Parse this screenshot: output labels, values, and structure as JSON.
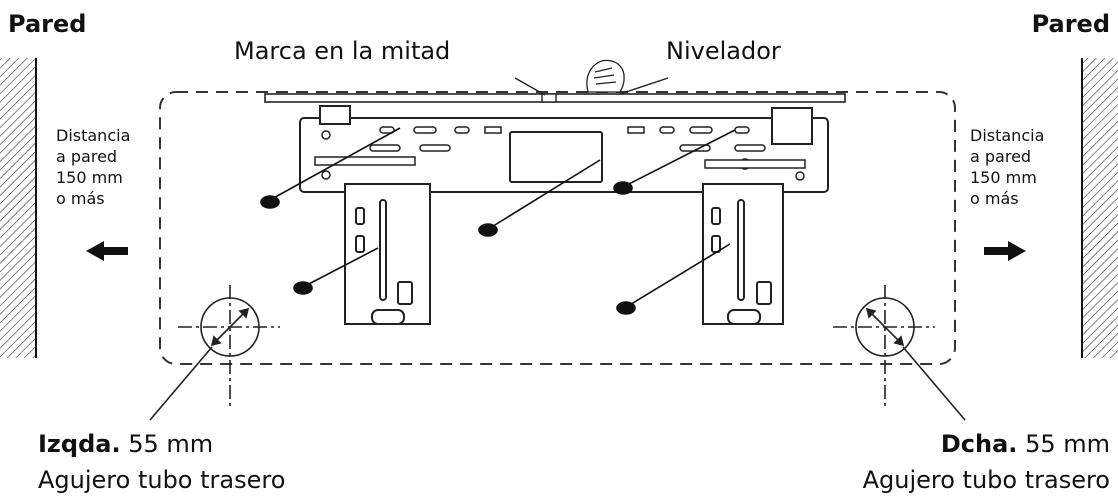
{
  "walls": {
    "left_title": "Pared",
    "right_title": "Pared"
  },
  "top_labels": {
    "middle_mark": "Marca en la mitad",
    "leveler": "Nivelador"
  },
  "distance_left": {
    "line1": "Distancia",
    "line2": "a pared",
    "line3": "150 mm",
    "line4": "o más"
  },
  "distance_right": {
    "line1": "Distancia",
    "line2": "a pared",
    "line3": "150 mm",
    "line4": "o más"
  },
  "hole_left": {
    "side": "Izqda.",
    "size": "55 mm",
    "description": "Agujero tubo trasero"
  },
  "hole_right": {
    "side": "Dcha.",
    "size": "55 mm",
    "description": "Agujero tubo trasero"
  },
  "icons": {
    "arrow_left": "arrow-left-icon",
    "arrow_right": "arrow-right-icon",
    "hand": "hand-icon",
    "screw": "screw-icon"
  }
}
